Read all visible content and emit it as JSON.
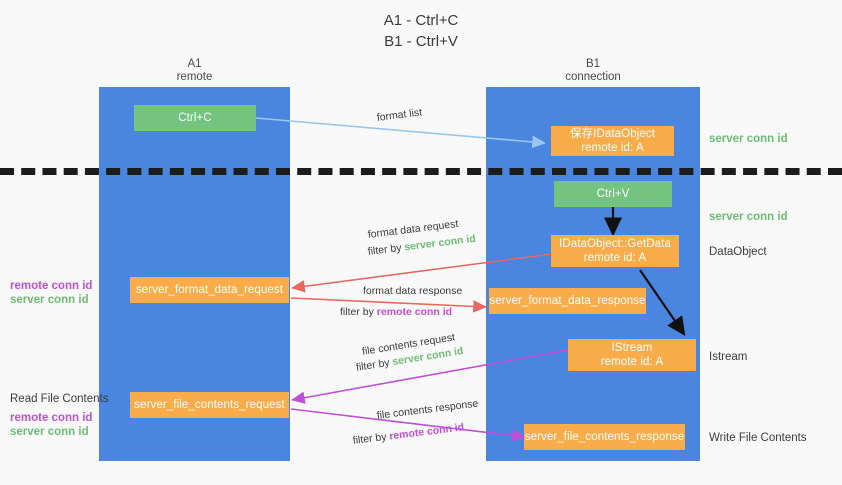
{
  "title": {
    "line1": "A1 - Ctrl+C",
    "line2": "B1 - Ctrl+V"
  },
  "columns": [
    {
      "name": "A1",
      "sub": "remote"
    },
    {
      "name": "B1",
      "sub": "connection"
    }
  ],
  "nodes": {
    "ctrl_c": {
      "line1": "Ctrl+C",
      "color": "#74c37e"
    },
    "save_dataobject": {
      "line1": "保存IDataObject",
      "line2": "remote id: A",
      "color": "#f9ad4a"
    },
    "ctrl_v": {
      "line1": "Ctrl+V",
      "color": "#74c37e"
    },
    "getdata": {
      "line1": "IDataObject::GetData",
      "line2": "remote id: A",
      "color": "#f9ad4a"
    },
    "format_data_request": {
      "line1": "server_format_data_request",
      "color": "#f9ad4a"
    },
    "format_data_response": {
      "line1": "server_format_data_response",
      "color": "#f9ad4a"
    },
    "istream": {
      "line1": "IStream",
      "line2": "remote id: A",
      "color": "#f9ad4a"
    },
    "file_contents_request": {
      "line1": "server_file_contents_request",
      "color": "#f9ad4a"
    },
    "file_contents_response": {
      "line1": "server_file_contents_response",
      "color": "#f9ad4a"
    }
  },
  "right_labels": {
    "server_conn_id_top": "server conn id",
    "server_conn_id_mid": "server conn id",
    "dataobject": "DataObject",
    "istream": "Istream",
    "write_file_contents": "Write File Contents"
  },
  "left_labels": {
    "mid_remote": "remote conn id",
    "mid_server": "server conn id",
    "read_file_contents": "Read File Contents",
    "bottom_remote": "remote conn id",
    "bottom_server": "server conn id"
  },
  "edge_labels": {
    "format_list": "format list",
    "format_data_request": "format data request",
    "format_data_request_filter_prefix": "filter by ",
    "format_data_request_filter_value": "server conn id",
    "format_data_response": "format data response",
    "format_data_response_filter_prefix": "filter by ",
    "format_data_response_filter_value": "remote conn id",
    "file_contents_request": "file contents request",
    "file_contents_request_filter_prefix": "filter by ",
    "file_contents_request_filter_value": "server conn id",
    "file_contents_response": "file contents response",
    "file_contents_response_filter_prefix": "filter by ",
    "file_contents_response_filter_value": "remote conn id"
  },
  "colors": {
    "lane": "#4a86e0",
    "orange": "#f9ad4a",
    "green": "#74c37e",
    "arrow_red": "#e8685f",
    "arrow_purple": "#c050d8",
    "arrow_blue": "#9cc6ef",
    "arrow_black": "#111111",
    "text_green": "#6dbd74",
    "text_purple": "#c050d8",
    "background": "#f9f9f9"
  }
}
